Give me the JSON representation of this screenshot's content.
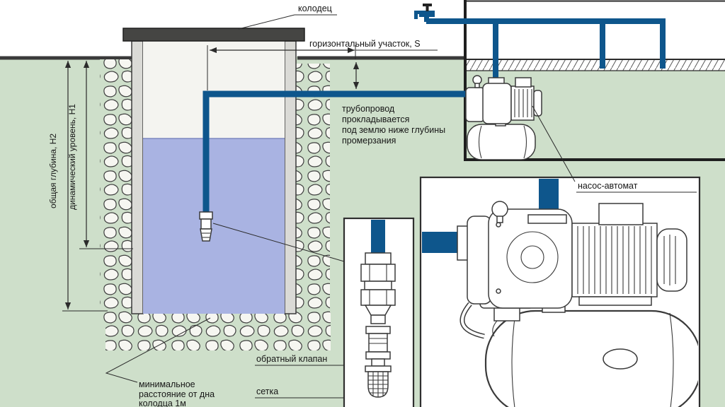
{
  "colors": {
    "background": "#cedfca",
    "sky": "#ffffff",
    "water": "#a9b3e2",
    "pipe": "#0e568c",
    "outline": "#2b2b2b"
  },
  "callouts": {
    "well": "колодец",
    "horizontal_section": "горизонтальный участок, S",
    "pump_station": "насос-автомат",
    "check_valve": "обратный клапан",
    "strainer": "сетка"
  },
  "dimensions": {
    "total_depth": "общая глубина, Н2",
    "dynamic_level": "динамический уровень, Н1"
  },
  "notes": {
    "pipeline": [
      "трубопровод",
      "прокладывается",
      "под землю ниже глубины",
      "промерзания"
    ],
    "min_distance": [
      "минимальное",
      "расстояние от дна",
      "колодца 1м"
    ]
  }
}
